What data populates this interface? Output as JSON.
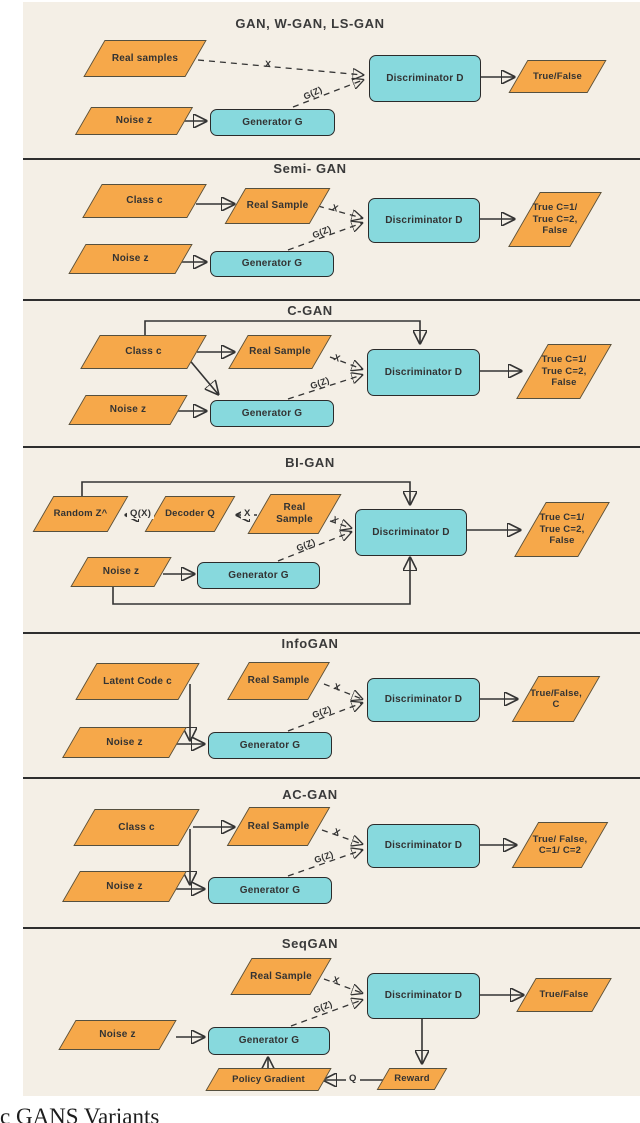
{
  "figure": {
    "caption": "c GANS Variants"
  },
  "colors": {
    "sheet": "#f4efe6",
    "shape_orange": "#f6a84a",
    "shape_teal": "#87d9dd",
    "line": "#333333"
  },
  "panels": [
    {
      "title": "GAN, W-GAN, LS-GAN",
      "nodes": {
        "real": "Real samples",
        "noise": "Noise z",
        "generator": "Generator G",
        "discriminator": "Discriminator D",
        "output": "True/False"
      },
      "edges": {
        "x": "X",
        "gz": "G(Z)"
      }
    },
    {
      "title": "Semi- GAN",
      "nodes": {
        "class": "Class c",
        "real": "Real Sample",
        "noise": "Noise z",
        "generator": "Generator G",
        "discriminator": "Discriminator D",
        "output": "True C=1/\nTrue C=2,\nFalse"
      },
      "edges": {
        "x": "X",
        "gz": "G(Z)"
      }
    },
    {
      "title": "C-GAN",
      "nodes": {
        "class": "Class c",
        "real": "Real Sample",
        "noise": "Noise z",
        "generator": "Generator G",
        "discriminator": "Discriminator D",
        "output": "True C=1/\nTrue C=2,\nFalse"
      },
      "edges": {
        "x": "X",
        "gz": "G(Z)"
      }
    },
    {
      "title": "BI-GAN",
      "nodes": {
        "random": "Random Z^",
        "decoder": "Decoder Q",
        "real": "Real\nSample",
        "noise": "Noise z",
        "generator": "Generator G",
        "discriminator": "Discriminator D",
        "output": "True C=1/\nTrue C=2,\nFalse"
      },
      "edges": {
        "qx": "Q(X)",
        "x2": "X",
        "x": "X",
        "gz": "G(Z)"
      }
    },
    {
      "title": "InfoGAN",
      "nodes": {
        "latent": "Latent Code c",
        "real": "Real Sample",
        "noise": "Noise z",
        "generator": "Generator G",
        "discriminator": "Discriminator D",
        "output": "True/False,\nC"
      },
      "edges": {
        "x": "X",
        "gz": "G(Z)"
      }
    },
    {
      "title": "AC-GAN",
      "nodes": {
        "class": "Class c",
        "real": "Real Sample",
        "noise": "Noise z",
        "generator": "Generator G",
        "discriminator": "Discriminator D",
        "output": "True/ False,\nC=1/ C=2"
      },
      "edges": {
        "x": "X",
        "gz": "G(Z)"
      }
    },
    {
      "title": "SeqGAN",
      "nodes": {
        "real": "Real Sample",
        "noise": "Noise z",
        "generator": "Generator G",
        "discriminator": "Discriminator D",
        "output": "True/False",
        "policy": "Policy Gradient",
        "reward": "Reward"
      },
      "edges": {
        "x": "X",
        "gz": "G(Z)",
        "q": "Q"
      }
    }
  ]
}
